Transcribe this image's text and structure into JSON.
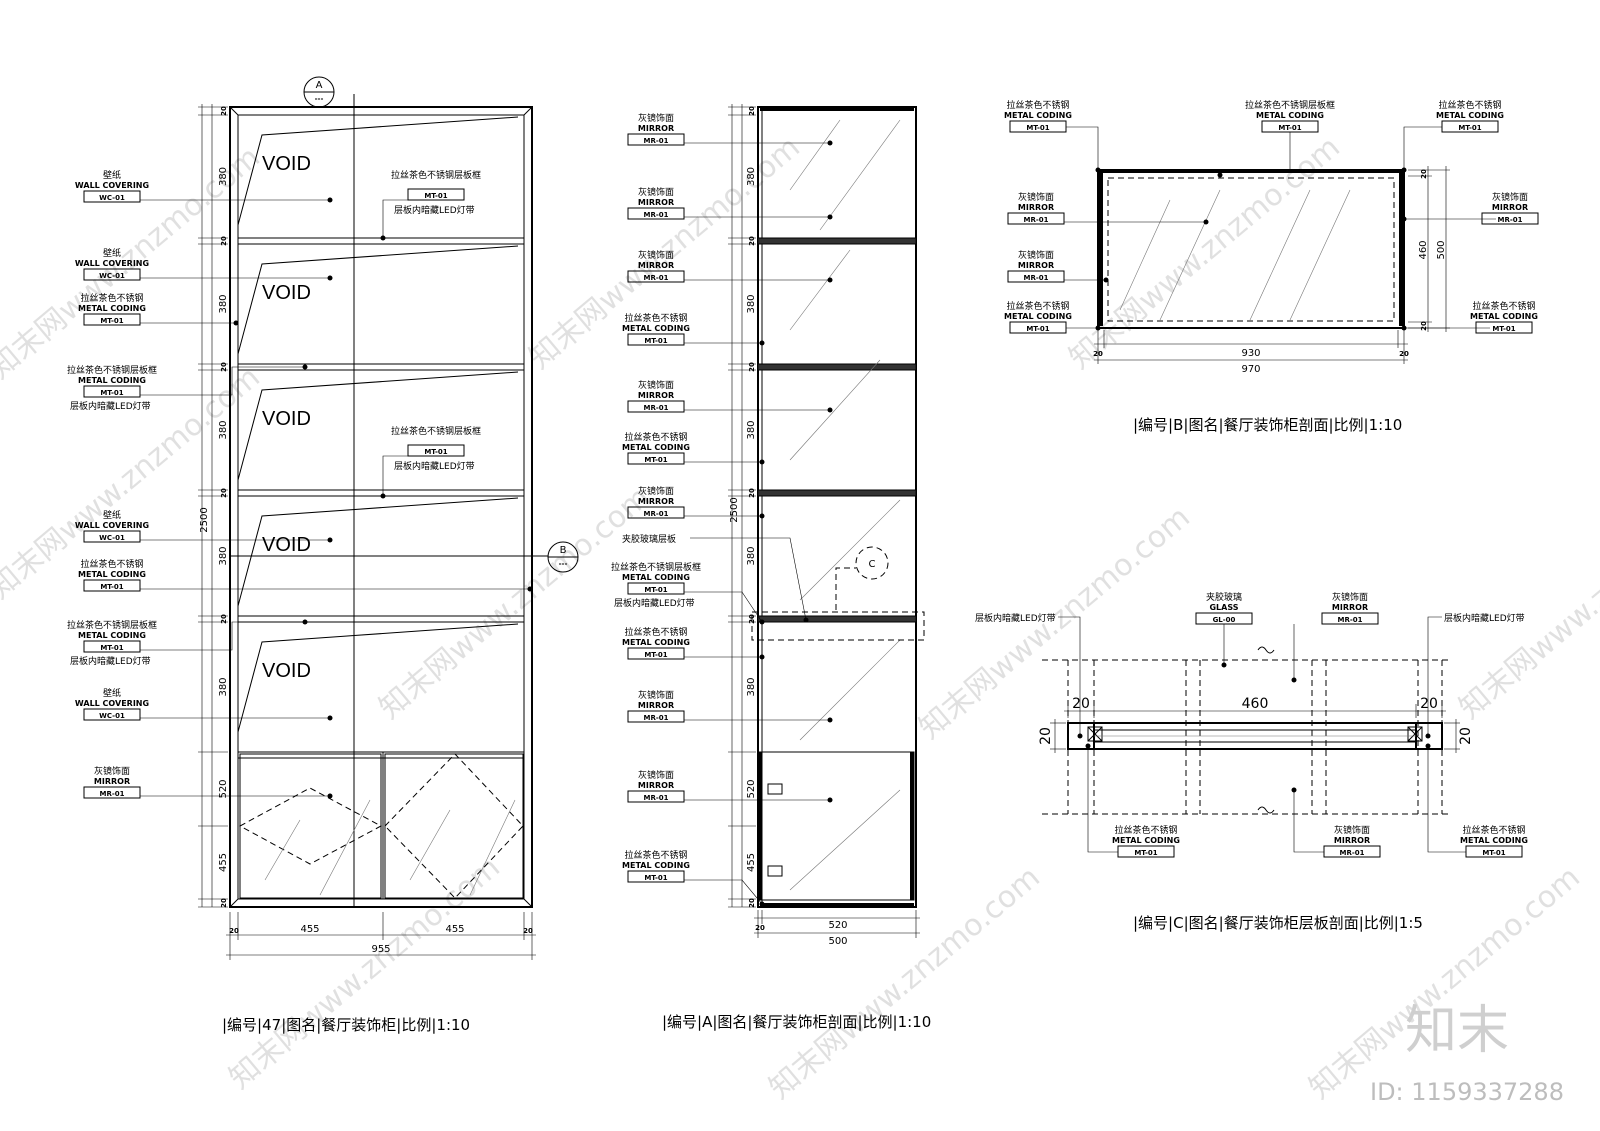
{
  "drawing_47": {
    "void_labels": [
      "VOID",
      "VOID",
      "VOID",
      "VOID",
      "VOID"
    ],
    "callouts": [
      {
        "cn": "壁纸",
        "en": "WALL COVERING",
        "code": "WC-01"
      },
      {
        "cn": "壁纸",
        "en": "WALL COVERING",
        "code": "WC-01"
      },
      {
        "cn": "拉丝茶色不锈钢",
        "en": "METAL CODING",
        "code": "MT-01"
      },
      {
        "cn": "拉丝茶色不锈钢层板框",
        "en": "METAL CODING",
        "code": "MT-01",
        "note": "层板内暗藏LED灯带"
      },
      {
        "cn": "壁纸",
        "en": "WALL COVERING",
        "code": "WC-01"
      },
      {
        "cn": "拉丝茶色不锈钢",
        "en": "METAL CODING",
        "code": "MT-01"
      },
      {
        "cn": "拉丝茶色不锈钢层板框",
        "en": "METAL CODING",
        "code": "MT-01",
        "note": "层板内暗藏LED灯带"
      },
      {
        "cn": "壁纸",
        "en": "WALL COVERING",
        "code": "WC-01"
      },
      {
        "cn": "灰镜饰面",
        "en": "MIRROR",
        "code": "MR-01"
      }
    ],
    "inner_callouts": [
      {
        "cn": "拉丝茶色不锈钢层板框",
        "code": "MT-01",
        "note": "层板内暗藏LED灯带"
      },
      {
        "cn": "拉丝茶色不锈钢层板框",
        "code": "MT-01",
        "note": "层板内暗藏LED灯带"
      }
    ],
    "vertical_dims": [
      "20",
      "380",
      "20",
      "380",
      "20",
      "380",
      "20",
      "380",
      "20",
      "380",
      "520",
      "455",
      "20"
    ],
    "total_height": "2500",
    "bottom_dims": [
      "20",
      "455",
      "455",
      "20"
    ],
    "total_width": "955",
    "section_markers": [
      "A",
      "B"
    ],
    "title": "|编号|47|图名|餐厅装饰柜|比例|1:10"
  },
  "drawing_A": {
    "callouts": [
      {
        "cn": "灰镜饰面",
        "en": "MIRROR",
        "code": "MR-01"
      },
      {
        "cn": "灰镜饰面",
        "en": "MIRROR",
        "code": "MR-01"
      },
      {
        "cn": "灰镜饰面",
        "en": "MIRROR",
        "code": "MR-01"
      },
      {
        "cn": "拉丝茶色不锈钢",
        "en": "METAL CODING",
        "code": "MT-01"
      },
      {
        "cn": "灰镜饰面",
        "en": "MIRROR",
        "code": "MR-01"
      },
      {
        "cn": "拉丝茶色不锈钢",
        "en": "METAL CODING",
        "code": "MT-01"
      },
      {
        "cn": "灰镜饰面",
        "en": "MIRROR",
        "code": "MR-01"
      },
      {
        "cn": "拉丝茶色不锈钢层板框",
        "en": "METAL CODING",
        "code": "MT-01",
        "note": "层板内暗藏LED灯带"
      },
      {
        "cn": "拉丝茶色不锈钢",
        "en": "METAL CODING",
        "code": "MT-01"
      },
      {
        "cn": "灰镜饰面",
        "en": "MIRROR",
        "code": "MR-01"
      },
      {
        "cn": "灰镜饰面",
        "en": "MIRROR",
        "code": "MR-01"
      },
      {
        "cn": "拉丝茶色不锈钢",
        "en": "METAL CODING",
        "code": "MT-01"
      }
    ],
    "glass_label": "夹胶玻璃层板",
    "vertical_dims": [
      "20",
      "380",
      "20",
      "380",
      "20",
      "380",
      "20",
      "380",
      "20",
      "380",
      "520",
      "455",
      "20"
    ],
    "total_height": "2500",
    "bottom_dims": [
      "20",
      "520"
    ],
    "total_width": "500",
    "section_marker": "C",
    "title": "|编号|A|图名|餐厅装饰柜剖面|比例|1:10"
  },
  "drawing_B": {
    "callouts": [
      {
        "cn": "拉丝茶色不锈钢",
        "en": "METAL CODING",
        "code": "MT-01"
      },
      {
        "cn": "拉丝茶色不锈钢层板框",
        "en": "METAL CODING",
        "code": "MT-01"
      },
      {
        "cn": "拉丝茶色不锈钢",
        "en": "METAL CODING",
        "code": "MT-01"
      },
      {
        "cn": "灰镜饰面",
        "en": "MIRROR",
        "code": "MR-01"
      },
      {
        "cn": "灰镜饰面",
        "en": "MIRROR",
        "code": "MR-01"
      },
      {
        "cn": "灰镜饰面",
        "en": "MIRROR",
        "code": "MR-01"
      },
      {
        "cn": "拉丝茶色不锈钢",
        "en": "METAL CODING",
        "code": "MT-01"
      },
      {
        "cn": "拉丝茶色不锈钢",
        "en": "METAL CODING",
        "code": "MT-01"
      }
    ],
    "dims": {
      "inner_w": "930",
      "outer_w": "970",
      "left": "20",
      "right": "20",
      "h_inner": "460",
      "h_outer": "500",
      "top": "20",
      "bottom": "20"
    },
    "title": "|编号|B|图名|餐厅装饰柜剖面|比例|1:10"
  },
  "drawing_C": {
    "callouts_top": [
      {
        "cn": "夹胶玻璃",
        "en": "GLASS",
        "code": "GL-00"
      },
      {
        "cn": "灰镜饰面",
        "en": "MIRROR",
        "code": "MR-01"
      }
    ],
    "led_left": "层板内暗藏LED灯带",
    "led_right": "层板内暗藏LED灯带",
    "callouts_bottom": [
      {
        "cn": "拉丝茶色不锈钢",
        "en": "METAL CODING",
        "code": "MT-01"
      },
      {
        "cn": "灰镜饰面",
        "en": "MIRROR",
        "code": "MR-01"
      },
      {
        "cn": "拉丝茶色不锈钢",
        "en": "METAL CODING",
        "code": "MT-01"
      }
    ],
    "dims": {
      "left": "20",
      "mid": "460",
      "right": "20",
      "h_left": "20",
      "h_right": "20"
    },
    "title": "|编号|C|图名|餐厅装饰柜层板剖面|比例|1:5"
  },
  "watermark": {
    "text": "知末网www.znzmo.com",
    "brand": "知末",
    "id": "ID: 1159337288"
  }
}
